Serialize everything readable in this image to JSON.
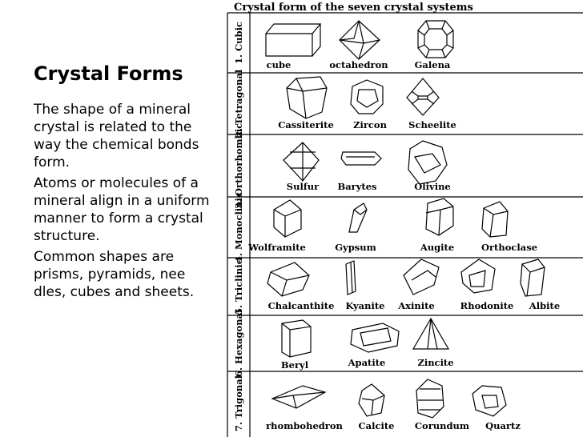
{
  "slide": {
    "title": "Crystal Forms",
    "paragraphs": [
      "The shape of a mineral crystal is related to the way the chemical bonds form.",
      "Atoms or molecules of a mineral align in a uniform manner to form a crystal structure.",
      "Common shapes are prisms, pyramids, nee dles, cubes and sheets."
    ]
  },
  "figure": {
    "title": "Crystal form of the seven crystal systems",
    "rows": [
      {
        "label": "1. Cubic",
        "minerals": [
          "cube",
          "octahedron",
          "Galena"
        ]
      },
      {
        "label": "2. Tetragonal",
        "minerals": [
          "Cassiterite",
          "Zircon",
          "Scheelite"
        ]
      },
      {
        "label": "3. Orthorhombic",
        "minerals": [
          "Sulfur",
          "Barytes",
          "Olivine"
        ]
      },
      {
        "label": "4. Monoclinic",
        "minerals": [
          "Wolframite",
          "Gypsum",
          "Augite",
          "Orthoclase"
        ]
      },
      {
        "label": "5. Triclinic",
        "minerals": [
          "Chalcanthite",
          "Kyanite",
          "Axinite",
          "Rhodonite",
          "Albite"
        ]
      },
      {
        "label": "6. Hexagonal",
        "minerals": [
          "Beryl",
          "Apatite",
          "Zincite"
        ]
      },
      {
        "label": "7. Trigonal",
        "minerals": [
          "rhombohedron",
          "Calcite",
          "Corundum",
          "Quartz"
        ]
      }
    ]
  }
}
